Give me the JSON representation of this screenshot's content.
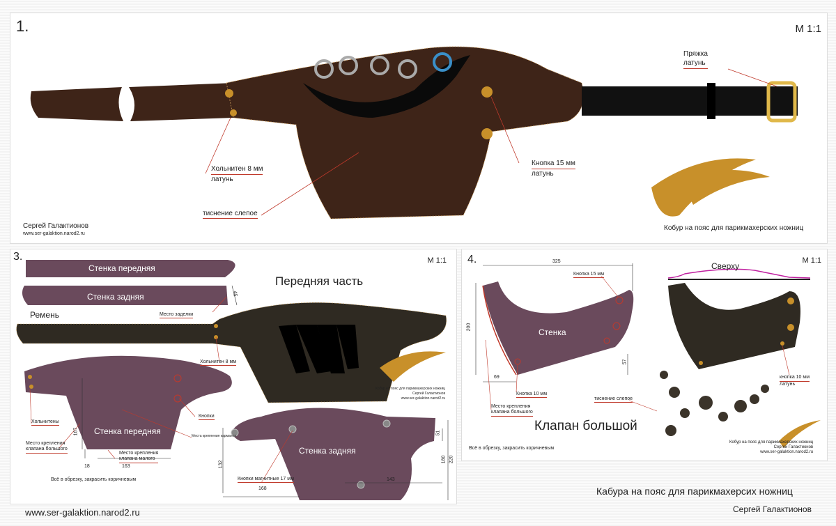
{
  "panel1": {
    "number": "1.",
    "scale": "M 1:1",
    "labels": {
      "buckle": "Пряжка",
      "buckle_material": "латунь",
      "rivet": "Хольнитен 8 мм",
      "rivet_material": "латунь",
      "button": "Кнопка 15 мм",
      "button_material": "латунь",
      "embossing": "тиснение слепое"
    },
    "author": "Сергей Галактионов",
    "website": "www.ser-galaktion.narod2.ru",
    "caption": "Кобур на пояс для парикмахерских ножниц"
  },
  "panel3": {
    "number": "3.",
    "scale": "M 1:1",
    "title": "Передняя часть",
    "pieces": {
      "front_strip": "Стенка передняя",
      "back_strip": "Стенка задняя",
      "belt": "Ремень",
      "front_wall": "Стенка передняя",
      "back_wall": "Стенка задняя"
    },
    "labels": {
      "seam_place": "Место заделки",
      "rivet": "Хольнитен 8 мм",
      "rivets": "Хольнитены",
      "buttons": "Кнопки",
      "pocket_attach": "Места крепления карманов",
      "big_flap_attach_1": "Место крепления",
      "big_flap_attach_2": "клапана большого",
      "small_flap_attach_1": "Место крепления",
      "small_flap_attach_2": "клапана малого",
      "magnet_buttons": "Кнопки магнитные 17 мм",
      "note": "Всё в обрезку, закрасить коричневым"
    },
    "dimensions": {
      "d45": "45",
      "d167": "167",
      "d18": "18",
      "d163": "163",
      "d132": "132",
      "d168": "168",
      "d143": "143",
      "d51": "51",
      "d180": "180",
      "d220": "220"
    },
    "credit": {
      "caption": "Кобур на пояс для парикмахерских ножниц",
      "author": "Сергей Галактионов",
      "website": "www.ser-galaktion.narod2.ru"
    }
  },
  "panel4": {
    "number": "4.",
    "scale": "M 1:1",
    "top_view": "Сверху",
    "piece": "Стенка",
    "title": "Клапан большой",
    "labels": {
      "button15": "Кнопка 15 мм",
      "button10": "Кнопка 10 мм",
      "attach_1": "Место крепления",
      "attach_2": "клапана большого",
      "embossing": "тиснение слепое",
      "button10_brass_1": "кнопка 10 мм",
      "button10_brass_2": "латунь",
      "note": "Всё в обрезку, закрасить коричневым"
    },
    "dimensions": {
      "d325": "325",
      "d200": "200",
      "d69": "69",
      "d57": "57"
    },
    "credit": {
      "caption": "Кобур на пояс для парикмахерских ножниц",
      "author": "Сергей Галактионов",
      "website": "www.ser-galaktion.narod2.ru"
    }
  },
  "footer": {
    "website": "www.ser-galaktion.narod2.ru",
    "title": "Кабура на пояс для парикмахерсих ножниц",
    "author": "Сергей Галактионов"
  },
  "colors": {
    "leather": "#3e2418",
    "belt": "#161616",
    "pattern": "#6a4a5c",
    "dark": "#2f2a22",
    "gold": "#c8902a",
    "leader": "#c0392b"
  }
}
